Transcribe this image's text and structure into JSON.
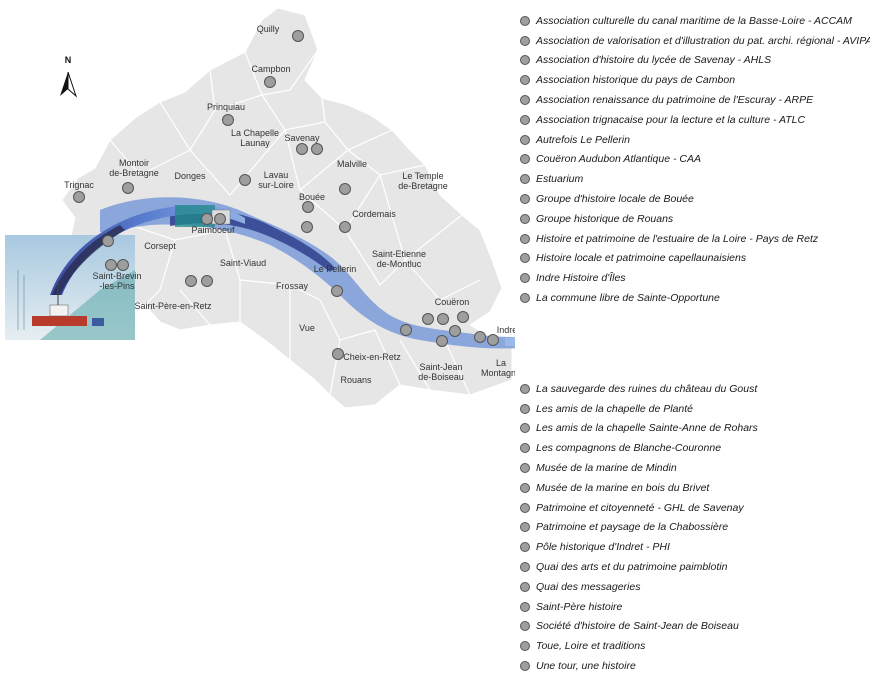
{
  "compass_label": "N",
  "colors": {
    "commune_fill": "#e6e6e6",
    "commune_border": "#ffffff",
    "river": "#7f9fd8",
    "river_dark": "#2e3f8c",
    "marker_fill": "#9e9e9e",
    "marker_stroke": "#555555"
  },
  "towns": [
    {
      "id": "quilly",
      "label": "Quilly"
    },
    {
      "id": "campbon",
      "label": "Campbon"
    },
    {
      "id": "prinquiau",
      "label": "Prinquiau"
    },
    {
      "id": "lachapelle",
      "label": "La Chapelle\nLaunay"
    },
    {
      "id": "savenay",
      "label": "Savenay"
    },
    {
      "id": "malville",
      "label": "Malville"
    },
    {
      "id": "templebretagne",
      "label": "Le Temple\nde-Bretagne"
    },
    {
      "id": "montoir",
      "label": "Montoir\nde-Bretagne"
    },
    {
      "id": "trignac",
      "label": "Trignac"
    },
    {
      "id": "donges",
      "label": "Donges"
    },
    {
      "id": "lavau",
      "label": "Lavau\nsur-Loire"
    },
    {
      "id": "bouee",
      "label": "Bouée"
    },
    {
      "id": "cordemais",
      "label": "Cordemais"
    },
    {
      "id": "paimboeuf",
      "label": "Paimboeuf"
    },
    {
      "id": "corsept",
      "label": "Corsept"
    },
    {
      "id": "saintbrevin",
      "label": "Saint-Brevin\n-les-Pins"
    },
    {
      "id": "saintviaud",
      "label": "Saint-Viaud"
    },
    {
      "id": "saintetienne",
      "label": "Saint-Etienne\nde-Montluc"
    },
    {
      "id": "lepellerin",
      "label": "Le Pellerin"
    },
    {
      "id": "frossay",
      "label": "Frossay"
    },
    {
      "id": "saintpere",
      "label": "Saint-Père-en-Retz"
    },
    {
      "id": "coueron",
      "label": "Couëron"
    },
    {
      "id": "vue",
      "label": "Vue"
    },
    {
      "id": "cheix",
      "label": "Cheix-en-Retz"
    },
    {
      "id": "indre",
      "label": "Indre"
    },
    {
      "id": "rouans",
      "label": "Rouans"
    },
    {
      "id": "saintjean",
      "label": "Saint-Jean\nde-Boiseau"
    },
    {
      "id": "lamontagne",
      "label": "La\nMontagne"
    }
  ],
  "legend_top": [
    "Association culturelle du canal maritime de la Basse-Loire - ACCAM",
    "Association de valorisation et d'illustration du pat. archi. régional - AVIPAR",
    "Association d'histoire du lycée de Savenay - AHLS",
    "Association historique du pays de Cambon",
    "Association renaissance du patrimoine de l'Escuray - ARPE",
    "Association trignacaise pour la lecture et la culture - ATLC",
    "Autrefois Le Pellerin",
    "Couëron Audubon Atlantique - CAA",
    "Estuarium",
    "Groupe d'histoire locale de Bouée",
    "Groupe historique de Rouans",
    "Histoire et patrimoine de l'estuaire de la Loire - Pays de Retz",
    "Histoire locale et patrimoine capellaunaisiens",
    "Indre Histoire d'Îles",
    "La commune libre de Sainte-Opportune"
  ],
  "legend_bottom": [
    "La sauvegarde des ruines du château du Goust",
    "Les amis de la chapelle de Planté",
    "Les amis de la chapelle Sainte-Anne de Rohars",
    "Les compagnons de Blanche-Couronne",
    "Musée de la marine de Mindin",
    "Musée de la marine en bois du Brivet",
    "Patrimoine et citoyenneté - GHL de Savenay",
    "Patrimoine et paysage de la Chabossière",
    "Pôle historique d'Indret - PHI",
    "Quai des arts et du patrimoine paimblotin",
    "Quai des messageries",
    "Saint-Père histoire",
    "Société d'histoire de Saint-Jean de Boiseau",
    "Toue, Loire et traditions",
    "Une tour, une histoire"
  ]
}
